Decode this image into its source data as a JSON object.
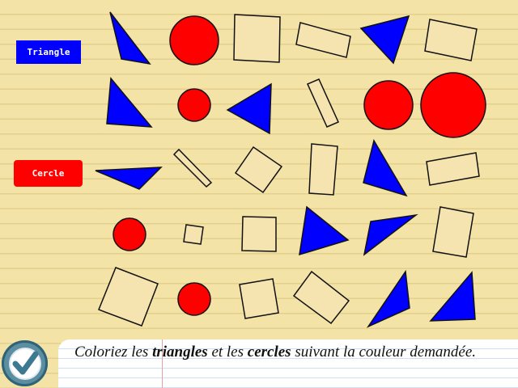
{
  "buttons": {
    "triangle": {
      "label": "Triangle",
      "color": "#0000ff"
    },
    "cercle": {
      "label": "Cercle",
      "color": "#ff0000"
    }
  },
  "instruction": {
    "part1": "Coloriez les ",
    "triangles": "triangles",
    "part2": " et les ",
    "cercles": "cercles",
    "part3": " suivant la couleur demandée."
  },
  "colors": {
    "triangle_fill": "#0000ff",
    "circle_fill": "#ff0000",
    "quad_fill": "#f5e3b0",
    "background": "#f3e3a6"
  },
  "icons": {
    "validate": "checkmark-icon"
  }
}
